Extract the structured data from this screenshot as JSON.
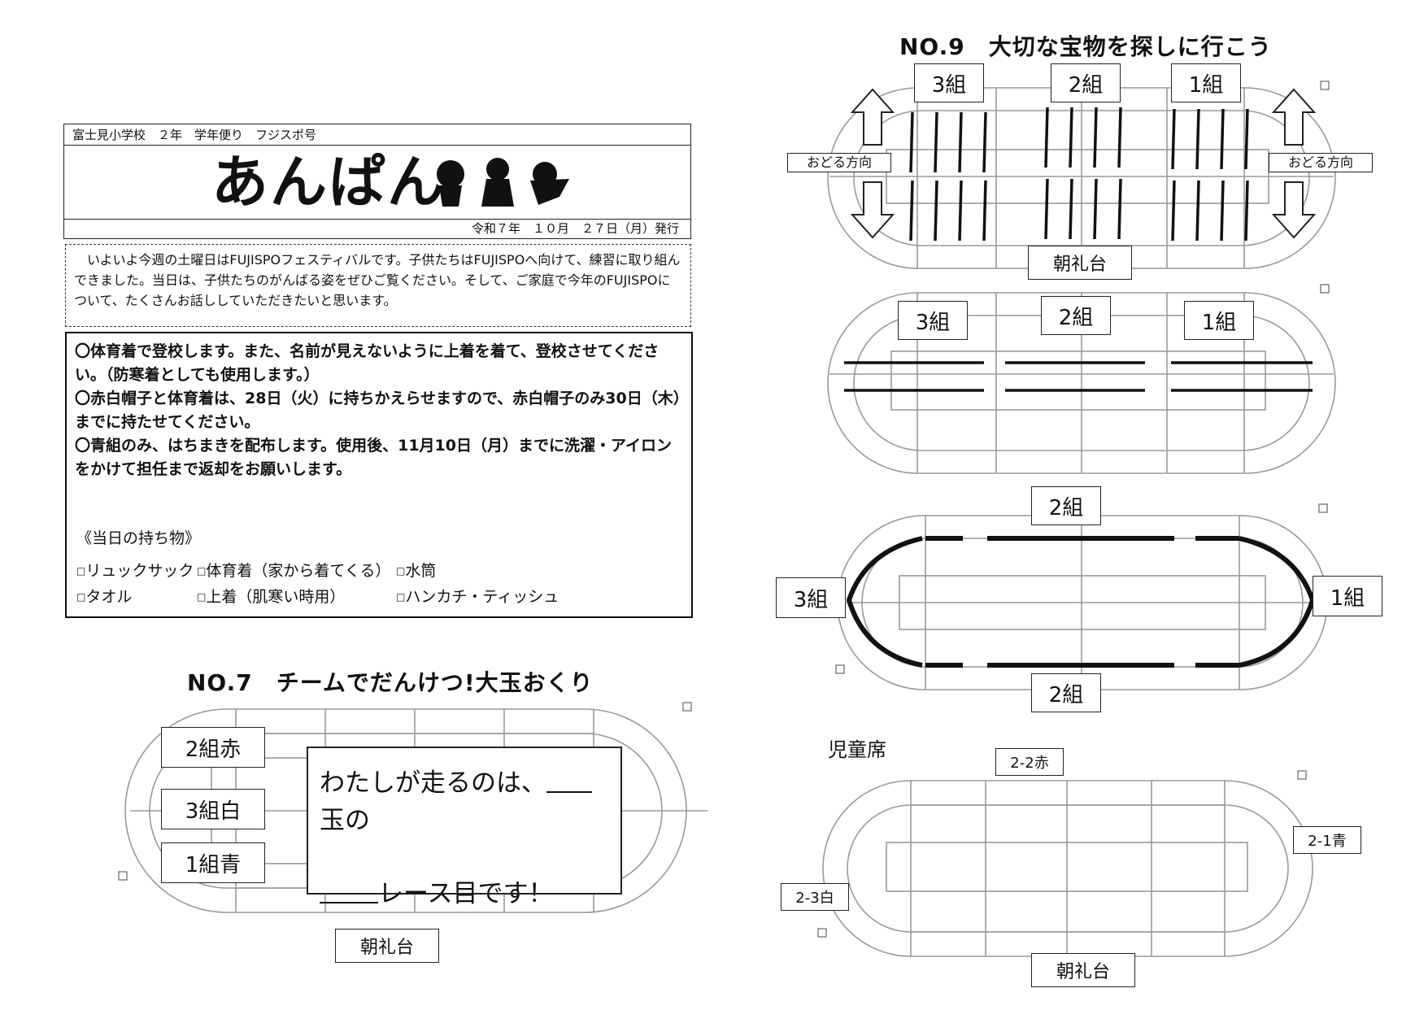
{
  "header": {
    "school_line": "富士見小学校　２年　学年便り　フジスポ号",
    "title": "あんぱん",
    "date_line": "令和７年　１０月　２７日（月）発行"
  },
  "intro": {
    "text": "　いよいよ今週の土曜日はFUJISPOフェスティバルです。子供たちはFUJISPOへ向けて、練習に取り組んできました。当日は、子供たちのがんばる姿をぜひご覧ください。そして、ご家庭で今年のFUJISPOについて、たくさんお話ししていただきたいと思います。"
  },
  "notices": [
    "〇体育着で登校します。また、名前が見えないように上着を着て、登校させてください。（防寒着としても使用します。）",
    "〇赤白帽子と体育着は、28日（火）に持ちかえらせますので、赤白帽子のみ30日（木）までに持たせてください。",
    "〇青組のみ、はちまきを配布します。使用後、11月10日（月）までに洗濯・アイロンをかけて担任まで返却をお願いします。"
  ],
  "belongings": {
    "heading": "《当日の持ち物》",
    "items": [
      "リュックサック",
      "体育着（家から着てくる）",
      "水筒",
      "タオル",
      "上着（肌寒い時用）",
      "ハンカチ・ティッシュ"
    ]
  },
  "no7": {
    "heading": "NO.7　チームでだんけつ!大玉おくり",
    "teams": [
      "2組赤",
      "3組白",
      "1組青"
    ],
    "speech_line1_a": "わたしが走るのは、",
    "speech_line1_b": "玉の",
    "speech_line2": "レース目です！",
    "stand": "朝礼台"
  },
  "no9": {
    "heading": "NO.9　大切な宝物を探しに行こう",
    "d1_groups": [
      "3組",
      "2組",
      "1組"
    ],
    "dance_direction": "おどる方向",
    "stand": "朝礼台",
    "d2_groups": [
      "3組",
      "2組",
      "1組"
    ],
    "d3_top": "2組",
    "d3_left": "3組",
    "d3_right": "1組",
    "d3_bottom": "2組"
  },
  "seats": {
    "heading": "児童席",
    "top": "2-2赤",
    "right": "2-1青",
    "left": "2-3白",
    "stand": "朝礼台"
  }
}
